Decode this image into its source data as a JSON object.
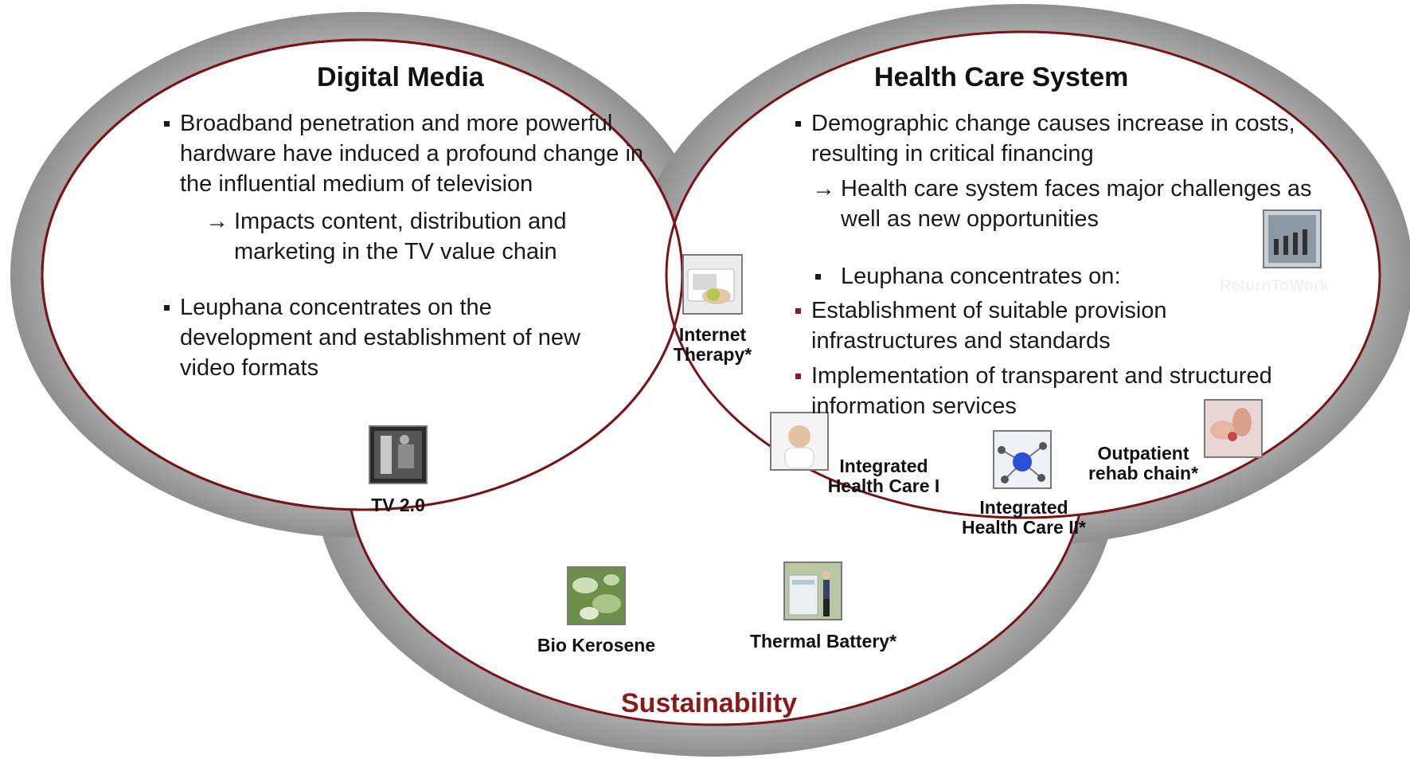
{
  "digital_media": {
    "title": "Digital Media",
    "bullet1": "Broadband penetration and more powerful hardware have induced a profound change in the influential medium of television",
    "arrow1": "Impacts content, distribution and marketing  in the TV value chain",
    "bullet2": "Leuphana concentrates on the development and establishment of new video formats"
  },
  "health_care": {
    "title": "Health Care System",
    "bullet1": "Demographic change causes increase in costs, resulting in critical financing",
    "arrow1": "Health care system faces major challenges as well as new opportunities",
    "bullet2": "Leuphana concentrates on:",
    "bullet3": "Establishment of suitable provision infrastructures and standards",
    "bullet4": "Implementation of transparent and structured information services",
    "ghost_label": "ReturnToWork"
  },
  "sustainability": {
    "title": "Sustainability"
  },
  "arrow_glyph": "→",
  "projects": {
    "tv": "TV 2.0",
    "internet_therapy_1": "Internet",
    "internet_therapy_2": "Therapy*",
    "ihc1_1": "Integrated",
    "ihc1_2": "Health Care I",
    "ihc2_1": "Integrated",
    "ihc2_2": "Health Care II*",
    "outpatient_1": "Outpatient",
    "outpatient_2": "rehab chain*",
    "bio_kerosene": "Bio Kerosene",
    "thermal_battery": "Thermal Battery*"
  },
  "colors": {
    "outline": "#7b1416",
    "ring": "#9a9a9a",
    "accent": "#8b1a1a"
  }
}
